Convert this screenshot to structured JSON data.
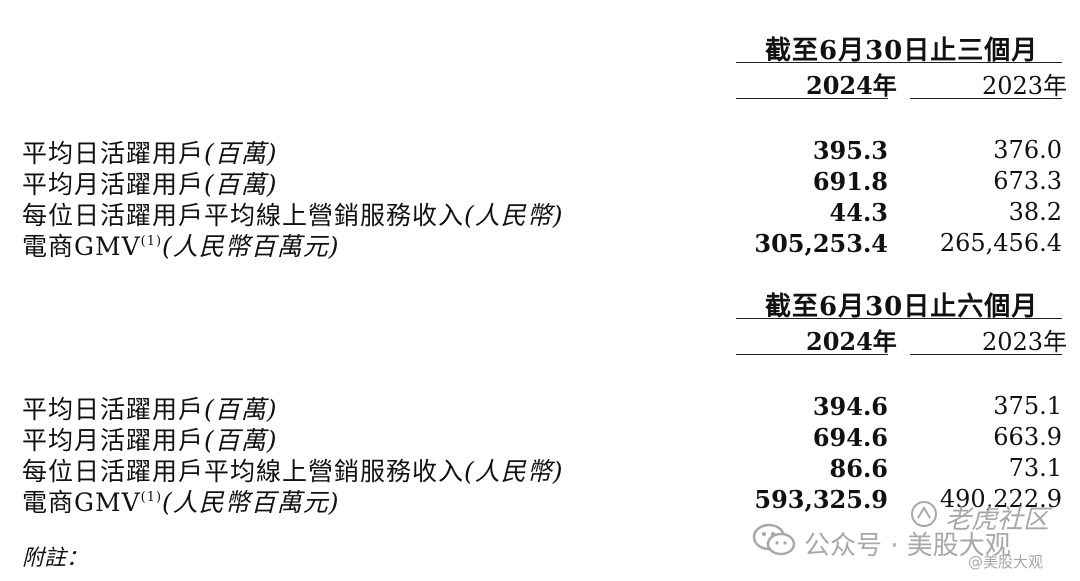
{
  "sections": [
    {
      "period_title": "截至6月30日止三個月",
      "year_2024": "2024年",
      "year_2023": "2023年",
      "rows": [
        {
          "label": "平均日活躍用戶",
          "unit": "(百萬)",
          "sup": "",
          "v2024": "395.3",
          "v2023": "376.0"
        },
        {
          "label": "平均月活躍用戶",
          "unit": "(百萬)",
          "sup": "",
          "v2024": "691.8",
          "v2023": "673.3"
        },
        {
          "label": "每位日活躍用戶平均線上營銷服務收入",
          "unit": "(人民幣)",
          "sup": "",
          "v2024": "44.3",
          "v2023": "38.2"
        },
        {
          "label": "電商GMV",
          "unit": "(人民幣百萬元)",
          "sup": "(1)",
          "v2024": "305,253.4",
          "v2023": "265,456.4"
        }
      ]
    },
    {
      "period_title": "截至6月30日止六個月",
      "year_2024": "2024年",
      "year_2023": "2023年",
      "rows": [
        {
          "label": "平均日活躍用戶",
          "unit": "(百萬)",
          "sup": "",
          "v2024": "394.6",
          "v2023": "375.1"
        },
        {
          "label": "平均月活躍用戶",
          "unit": "(百萬)",
          "sup": "",
          "v2024": "694.6",
          "v2023": "663.9"
        },
        {
          "label": "每位日活躍用戶平均線上營銷服務收入",
          "unit": "(人民幣)",
          "sup": "",
          "v2024": "86.6",
          "v2023": "73.1"
        },
        {
          "label": "電商GMV",
          "unit": "(人民幣百萬元)",
          "sup": "(1)",
          "v2024": "593,325.9",
          "v2023": "490,222.9"
        }
      ]
    }
  ],
  "footnote_label": "附註：",
  "watermark": {
    "wechat_text": "公众号 · 美股大观",
    "tiger_text": "老虎社区",
    "handle_text": "@美股大观",
    "icon": "wechat-icon",
    "color": "#a8a8a8"
  }
}
